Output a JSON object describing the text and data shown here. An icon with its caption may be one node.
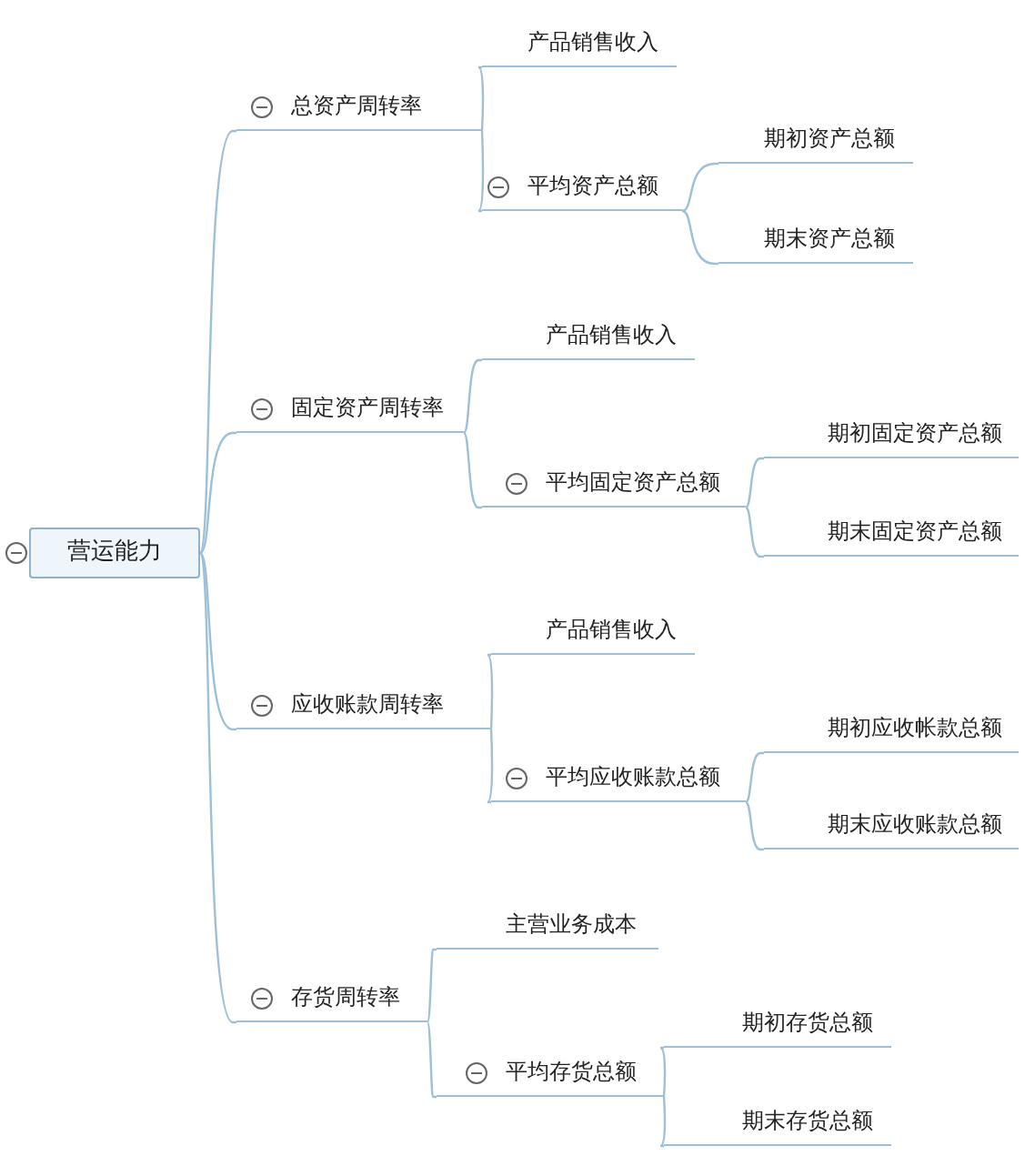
{
  "diagram": {
    "nodes": [
      {
        "text": [
          "营运能力"
        ]
      },
      {
        "text": [
          "总资产周转率"
        ]
      },
      {
        "text": [
          "产品销售收入"
        ]
      },
      {
        "text": [
          "平均资产总额"
        ]
      },
      {
        "text": [
          "期初资产总额"
        ]
      },
      {
        "text": [
          "期末资产总额"
        ]
      },
      {
        "text": [
          "固定资产周转率"
        ]
      },
      {
        "text": [
          "产品销售收入"
        ]
      },
      {
        "text": [
          "平均固定资产总额"
        ]
      },
      {
        "text": [
          "期初固定资产总额"
        ]
      },
      {
        "text": [
          "期末固定资产总额"
        ]
      },
      {
        "text": [
          "应收账款周转率"
        ]
      },
      {
        "text": [
          "产品销售收入"
        ]
      },
      {
        "text": [
          "平均应收账款总额"
        ]
      },
      {
        "text": [
          "期初应收帐款总额"
        ]
      },
      {
        "text": [
          "期末应收账款总额"
        ]
      },
      {
        "text": [
          "存货周转率"
        ]
      },
      {
        "text": [
          "主营业务成本"
        ]
      },
      {
        "text": [
          "平均存货总额"
        ]
      },
      {
        "text": [
          "期初存货总额"
        ]
      },
      {
        "text": [
          "期末存货总额"
        ]
      }
    ],
    "edges": [
      {
        "from": 0,
        "to": 1,
        "arrow": "none"
      },
      {
        "from": 1,
        "to": 2,
        "arrow": "none"
      },
      {
        "from": 1,
        "to": 3,
        "arrow": "none"
      },
      {
        "from": 3,
        "to": 4,
        "arrow": "none"
      },
      {
        "from": 3,
        "to": 5,
        "arrow": "none"
      },
      {
        "from": 0,
        "to": 6,
        "arrow": "none"
      },
      {
        "from": 6,
        "to": 7,
        "arrow": "none"
      },
      {
        "from": 6,
        "to": 8,
        "arrow": "none"
      },
      {
        "from": 8,
        "to": 9,
        "arrow": "none"
      },
      {
        "from": 8,
        "to": 10,
        "arrow": "none"
      },
      {
        "from": 0,
        "to": 11,
        "arrow": "none"
      },
      {
        "from": 11,
        "to": 12,
        "arrow": "none"
      },
      {
        "from": 11,
        "to": 13,
        "arrow": "none"
      },
      {
        "from": 13,
        "to": 14,
        "arrow": "none"
      },
      {
        "from": 13,
        "to": 15,
        "arrow": "none"
      },
      {
        "from": 0,
        "to": 16,
        "arrow": "none"
      },
      {
        "from": 16,
        "to": 17,
        "arrow": "none"
      },
      {
        "from": 16,
        "to": 18,
        "arrow": "none"
      },
      {
        "from": 18,
        "to": 19,
        "arrow": "none"
      },
      {
        "from": 18,
        "to": 20,
        "arrow": "none"
      }
    ]
  }
}
